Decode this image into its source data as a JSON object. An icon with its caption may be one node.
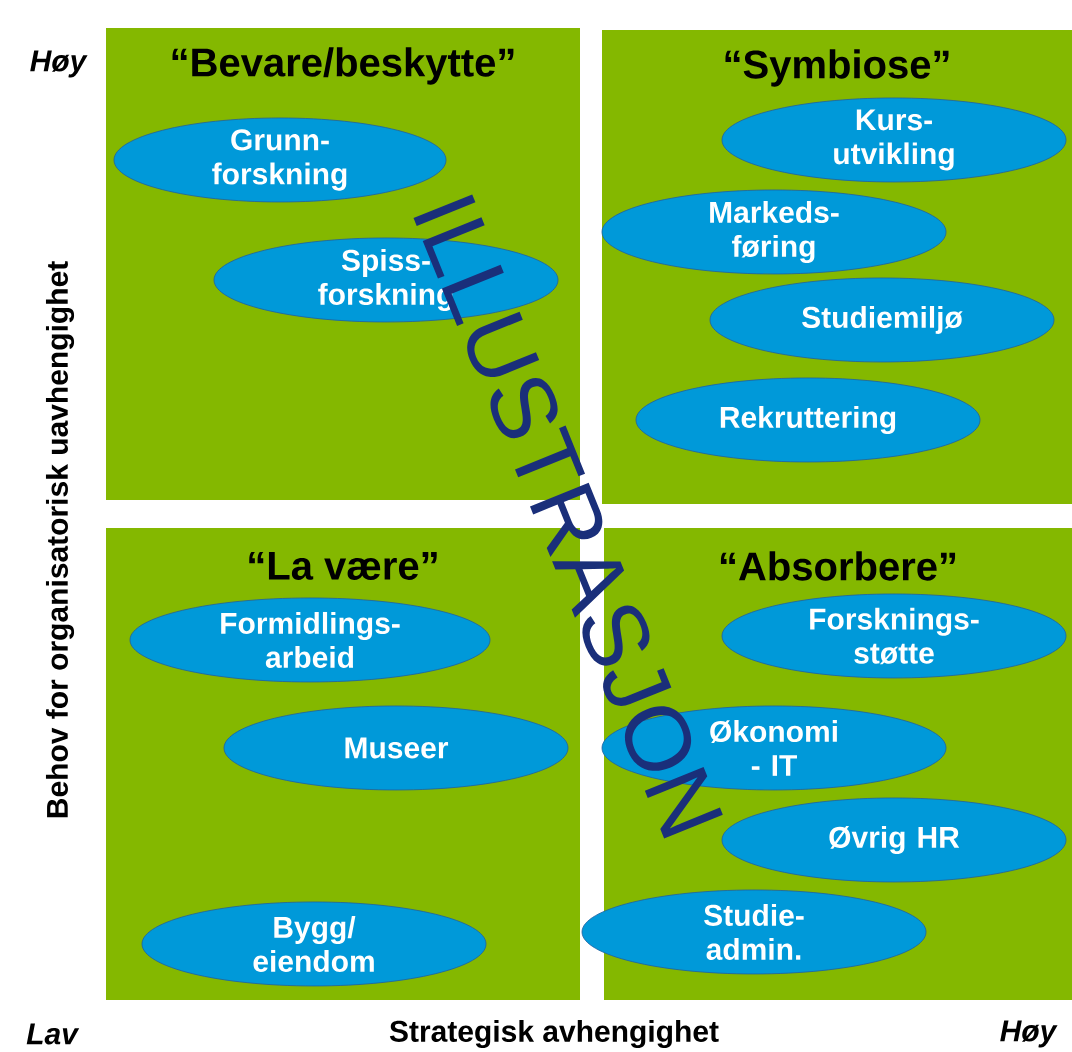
{
  "diagram": {
    "nodes": [
      {
        "text": [
          "“Bevare/beskytte”"
        ]
      },
      {
        "text": [
          "Grunn- forskning"
        ],
        "in": 0
      },
      {
        "text": [
          "Spiss- forskning"
        ],
        "in": 0
      },
      {
        "text": [
          "“Symbiose”"
        ]
      },
      {
        "text": [
          "Kurs- utvikling"
        ],
        "in": 3
      },
      {
        "text": [
          "Markeds- føring"
        ],
        "in": 3
      },
      {
        "text": [
          "Studiemiljø"
        ],
        "in": 3
      },
      {
        "text": [
          "Rekruttering"
        ],
        "in": 3
      },
      {
        "text": [
          "“La være”"
        ]
      },
      {
        "text": [
          "Formidlings- arbeid"
        ],
        "in": 8
      },
      {
        "text": [
          "Museer"
        ],
        "in": 8
      },
      {
        "text": [
          "Bygg/ eiendom"
        ],
        "in": 8
      },
      {
        "text": [
          "“Absorbere”"
        ]
      },
      {
        "text": [
          "Forsknings- støtte"
        ],
        "in": 12
      },
      {
        "text": [
          "Økonomi - IT"
        ],
        "in": 12
      },
      {
        "text": [
          "Øvrig HR"
        ],
        "in": 12
      },
      {
        "text": [
          "Studie- admin."
        ],
        "in": 12
      }
    ],
    "labels": [
      "Høy",
      "Behov for organisatorisk uavhengighet",
      "Lav",
      "Strategisk avhengighet",
      "Høy",
      "ILLUSTRASJON"
    ]
  }
}
